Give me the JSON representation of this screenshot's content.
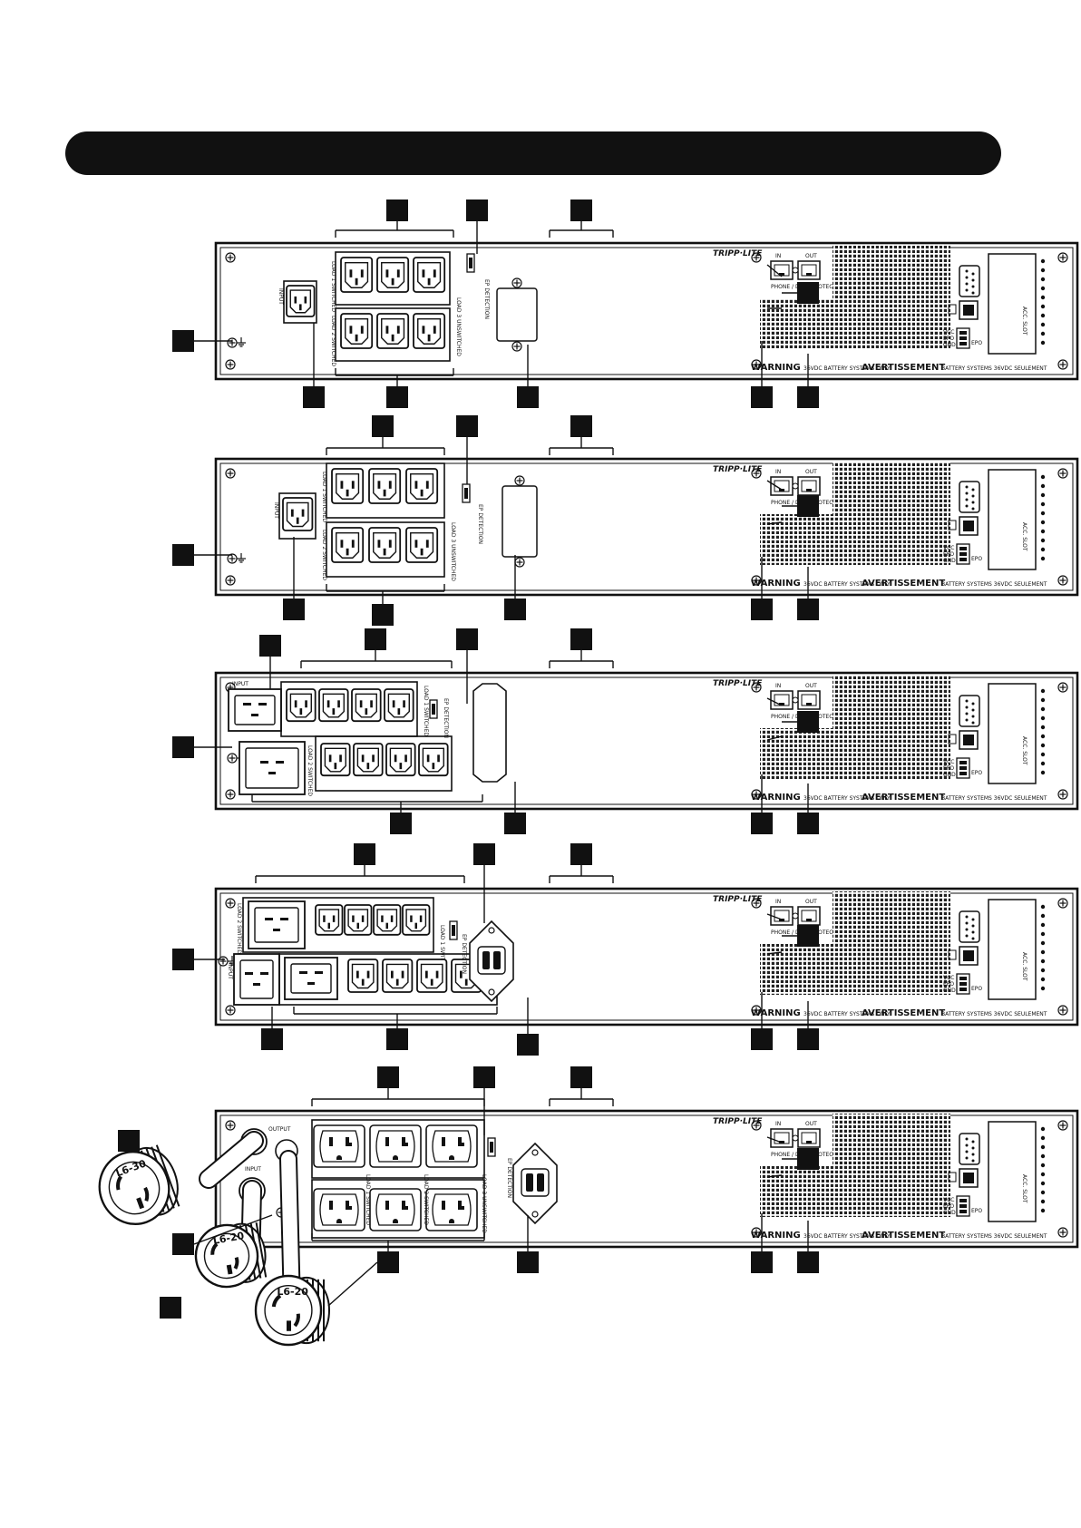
{
  "panel_labels": {
    "brand": "TRIPP·LITE",
    "input": "INPUT",
    "output": "OUTPUT",
    "in": "IN",
    "out": "OUT",
    "phone_data": "PHONE / DATA PROTECTION",
    "warning": "WARNING",
    "warning_small": "36VDC BATTERY SYSTEMS ONLY",
    "avertissement": "AVERTISSEMENT",
    "avert_small": "BATTERY SYSTEMS 36VDC SEULEMENT",
    "ep_detection": "EP DETECTION",
    "load1": "LOAD 1 SWITCHED",
    "load2": "LOAD 2 SWITCHED",
    "load3": "LOAD 3 UNSWITCHED",
    "epo": "EPO",
    "vcc": "VCC",
    "epo_pin": "EPO",
    "gnd": "GND",
    "accessory_slot": "ACC. SLOT",
    "plug_l620": "L6-20",
    "plug_l630": "L6-30"
  },
  "colors": {
    "ink": "#111111",
    "panel": "#ffffff"
  }
}
